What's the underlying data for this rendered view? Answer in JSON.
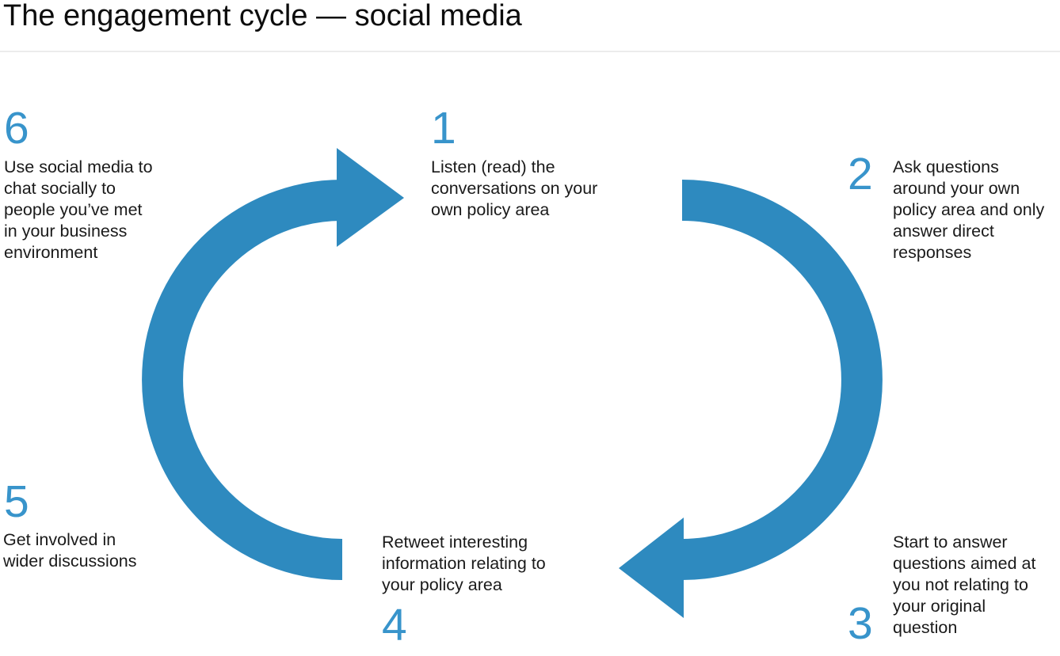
{
  "title": "The engagement cycle — social media",
  "colors": {
    "arrow": "#2E8ABF",
    "number": "#3894CB",
    "text": "#1A1A1A",
    "rule": "#ECECEC"
  },
  "steps": [
    {
      "num": "1",
      "text": "Listen (read) the\nconversations on your\nown policy area"
    },
    {
      "num": "2",
      "text": "Ask questions\naround your own\npolicy area and only\nanswer direct\nresponses"
    },
    {
      "num": "3",
      "text": "Start to answer\nquestions aimed at\nyou not relating to\nyour original\nquestion"
    },
    {
      "num": "4",
      "text": "Retweet interesting\ninformation relating to\nyour policy area"
    },
    {
      "num": "5",
      "text": "Get involved in\nwider discussions"
    },
    {
      "num": "6",
      "text": "Use social media to\nchat socially to\npeople you’ve met\nin your business\nenvironment"
    }
  ]
}
